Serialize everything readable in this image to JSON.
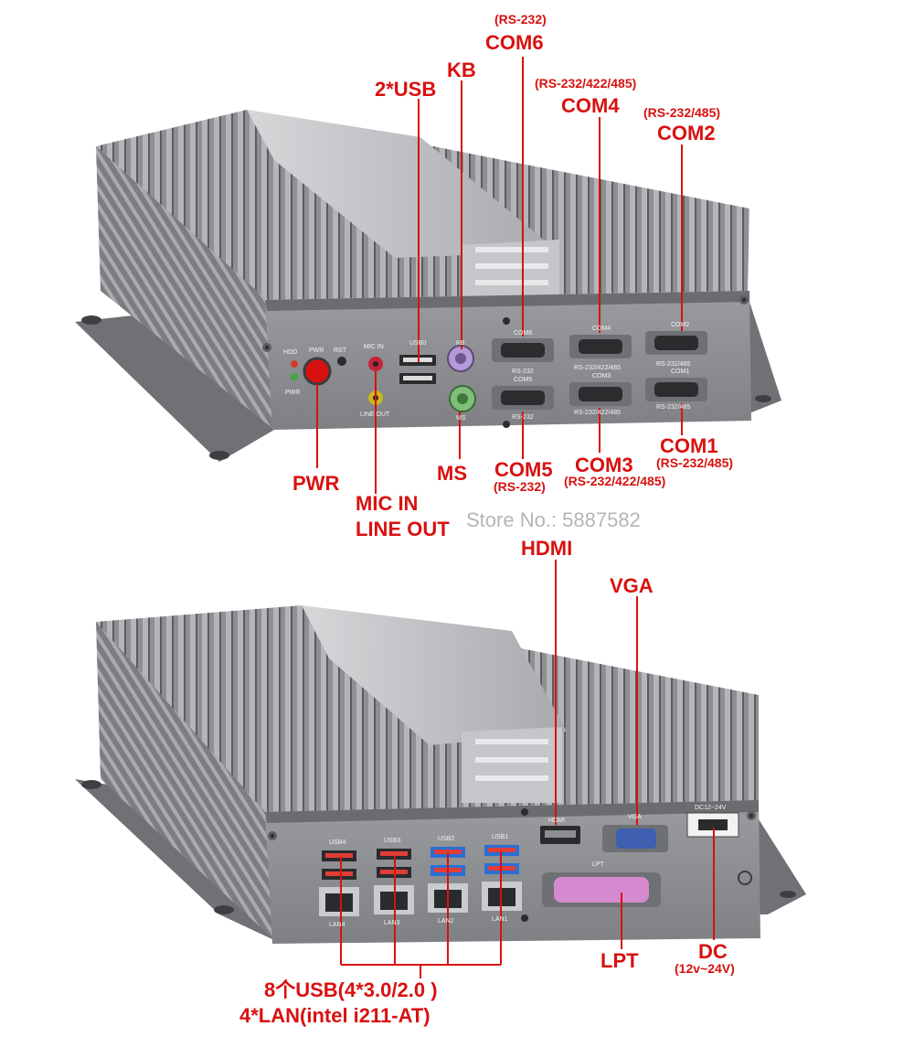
{
  "watermark": "Store No.: 5887582",
  "top_unit": {
    "callouts": {
      "com6": {
        "name": "COM6",
        "spec": "(RS-232)"
      },
      "com4": {
        "name": "COM4",
        "spec": "(RS-232/422/485)"
      },
      "com2": {
        "name": "COM2",
        "spec": "(RS-232/485)"
      },
      "usb": {
        "name": "2*USB"
      },
      "kb": {
        "name": "KB"
      },
      "pwr": {
        "name": "PWR"
      },
      "mic_in": {
        "name": "MIC IN"
      },
      "line_out": {
        "name": "LINE OUT"
      },
      "ms": {
        "name": "MS"
      },
      "com5": {
        "name": "COM5",
        "spec": "(RS-232)"
      },
      "com3": {
        "name": "COM3",
        "spec": "(RS-232/422/485)"
      },
      "com1": {
        "name": "COM1",
        "spec": "(RS-232/485)"
      }
    },
    "panel_print": {
      "hdd": "HDD",
      "pwr": "PWR",
      "rst": "RST",
      "pwr2": "PWR",
      "mic_in": "MIC IN",
      "line_out": "LINE OUT",
      "usb": "USB0",
      "kb": "KB",
      "ms": "MS",
      "com6": "COM6",
      "rs232_a": "RS-232",
      "com5": "COM5",
      "rs232_b": "RS-232",
      "com4": "COM4",
      "rs_a": "RS-232/422/485",
      "com3": "COM3",
      "rs_b": "RS-232/422/485",
      "com2": "COM2",
      "rs_c": "RS-232/485",
      "com1": "COM1",
      "rs_d": "RS-232/485"
    }
  },
  "bottom_unit": {
    "callouts": {
      "hdmi": {
        "name": "HDMI"
      },
      "vga": {
        "name": "VGA"
      },
      "lpt": {
        "name": "LPT"
      },
      "dc": {
        "name": "DC",
        "spec": "(12v~24V)"
      },
      "usb_total": {
        "name": "8个USB(4*3.0/2.0 )"
      },
      "lan_total": {
        "name": "4*LAN(intel i211-AT)"
      }
    },
    "panel_print": {
      "usb4": "USB4",
      "usb3": "USB3",
      "usb2": "USB2",
      "usb1": "USB1",
      "lan4": "LAN4",
      "lan3": "LAN3",
      "lan2": "LAN2",
      "lan1": "LAN1",
      "hdmi": "HDMI",
      "vga": "VGA",
      "lpt": "LPT",
      "dc": "DC12~24V"
    }
  },
  "colors": {
    "callout_red": "#d8110f",
    "chassis_grey": "#7d7f83",
    "panel_grey": "#8e9094",
    "usb3_blue": "#2a6fd6",
    "kb_purple": "#b59ad8",
    "ms_green": "#7fbf7a",
    "lpt_pink": "#d58ad0",
    "vga_blue": "#3f5fb0"
  }
}
